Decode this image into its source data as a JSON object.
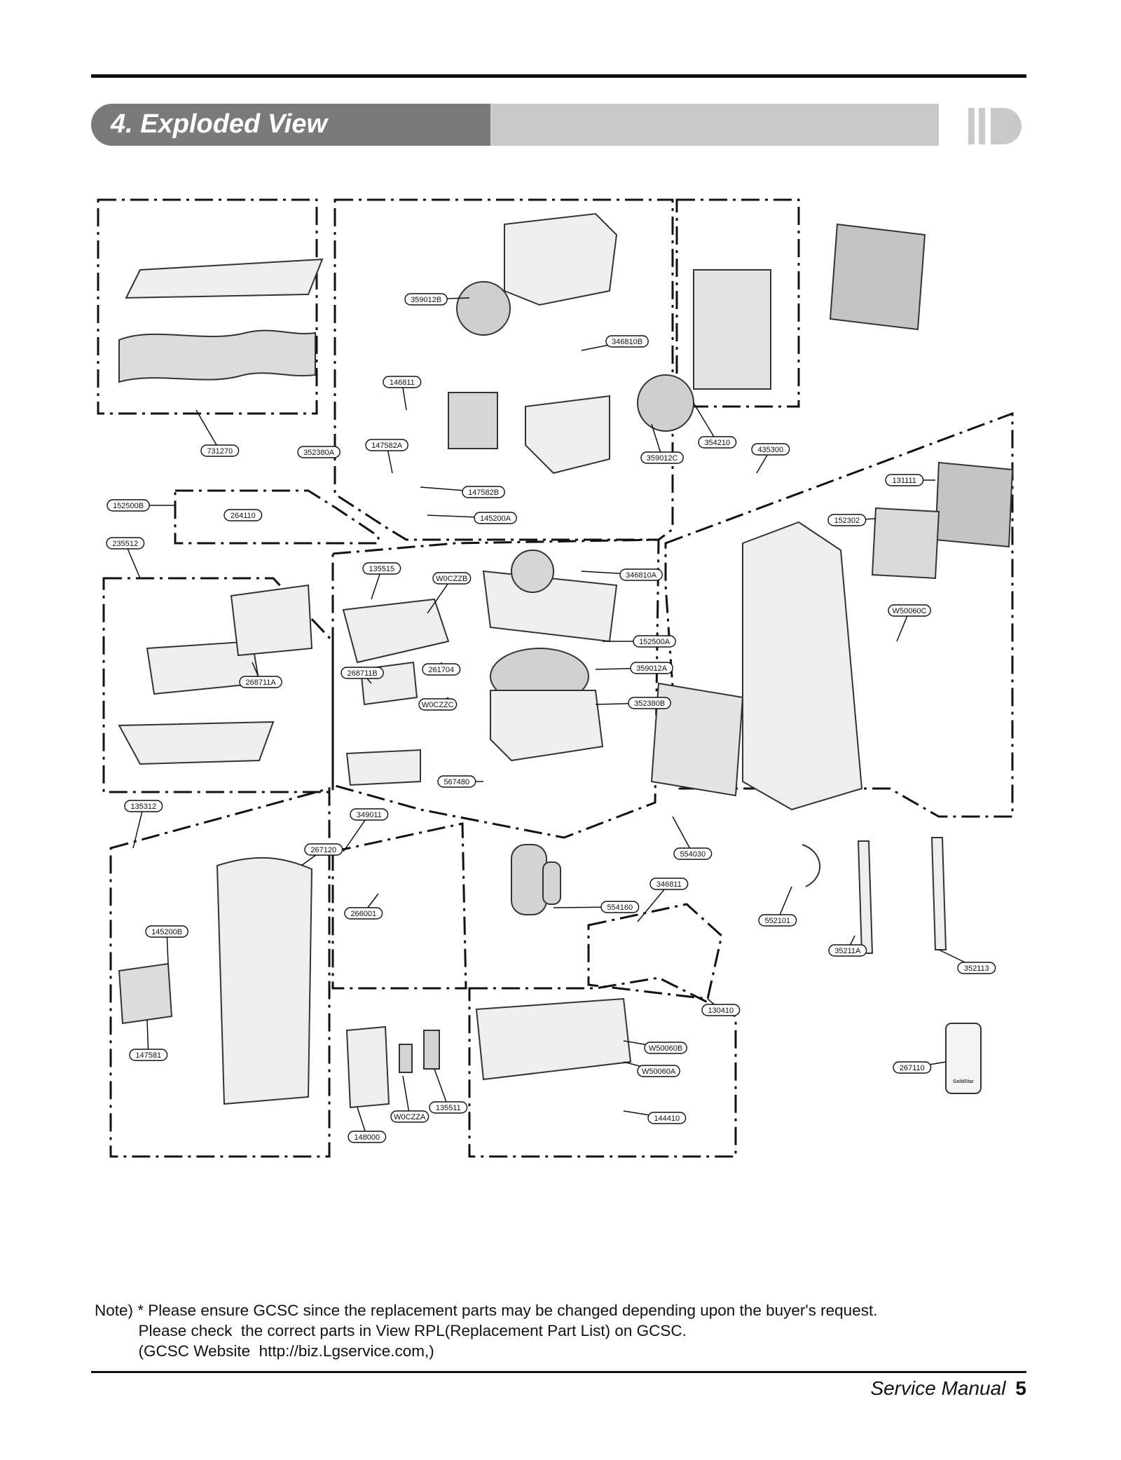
{
  "header": {
    "title": "4. Exploded View"
  },
  "diagram": {
    "part_labels": [
      "359012B",
      "346810B",
      "146811",
      "359012C",
      "731270",
      "352380A",
      "147582A",
      "147582B",
      "145200A",
      "354210",
      "435300",
      "131111",
      "152302",
      "152500B",
      "264110",
      "235512",
      "135515",
      "W0CZZB",
      "346810A",
      "152500A",
      "359012A",
      "352380B",
      "268711B",
      "261704",
      "W0CZZC",
      "268711A",
      "W50060C",
      "567480",
      "135312",
      "349011",
      "267120",
      "266001",
      "554030",
      "346811",
      "554160",
      "552101",
      "35211A",
      "352113",
      "145200B",
      "147581",
      "130410",
      "W50060B",
      "W50060A",
      "267110",
      "148000",
      "W0CZZA",
      "135511",
      "144410"
    ],
    "remote_brand": "GoldStar"
  },
  "note": {
    "lines": [
      "Note) * Please ensure GCSC since the replacement parts may be changed depending upon the buyer's request.",
      "          Please check  the correct parts in View RPL(Replacement Part List) on GCSC.",
      "          (GCSC Website  http://biz.Lgservice.com,)"
    ]
  },
  "footer": {
    "label": "Service Manual",
    "page_number": "5"
  }
}
